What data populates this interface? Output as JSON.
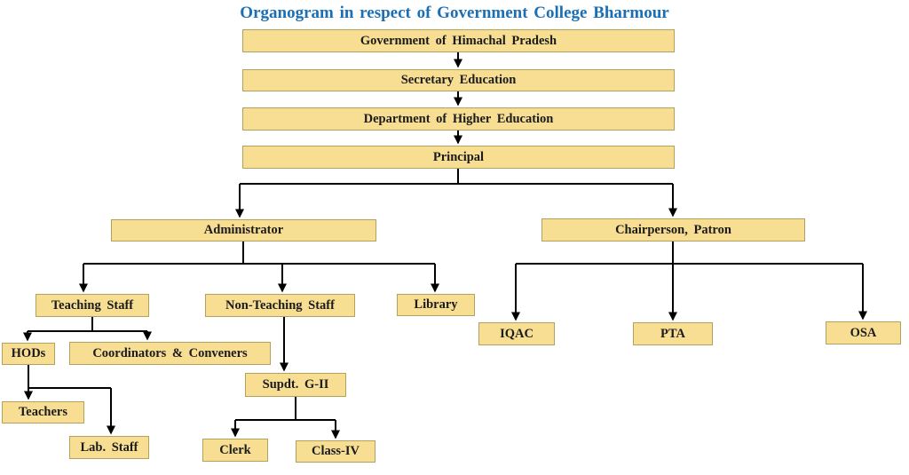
{
  "title": "Organogram in respect of Government College Bharmour",
  "colors": {
    "box_fill": "#f7de93",
    "box_border": "#b2a25e",
    "title_text": "#1b6fb5",
    "connector": "#000000",
    "label_text": "#1b1b1b"
  },
  "nodes": {
    "govt": {
      "label": "Government of Himachal Pradesh"
    },
    "secretary": {
      "label": "Secretary Education"
    },
    "dept": {
      "label": "Department of Higher Education"
    },
    "principal": {
      "label": "Principal"
    },
    "administrator": {
      "label": "Administrator"
    },
    "chairperson": {
      "label": "Chairperson, Patron"
    },
    "teaching_staff": {
      "label": "Teaching Staff"
    },
    "non_teaching_staff": {
      "label": "Non-Teaching Staff"
    },
    "library": {
      "label": "Library"
    },
    "iqac": {
      "label": "IQAC"
    },
    "pta": {
      "label": "PTA"
    },
    "osa": {
      "label": "OSA"
    },
    "hods": {
      "label": "HODs"
    },
    "coordinators": {
      "label": "Coordinators & Conveners"
    },
    "supdt": {
      "label": "Supdt. G-II"
    },
    "teachers": {
      "label": "Teachers"
    },
    "lab_staff": {
      "label": "Lab. Staff"
    },
    "clerk": {
      "label": "Clerk"
    },
    "class_iv": {
      "label": "Class-IV"
    }
  }
}
